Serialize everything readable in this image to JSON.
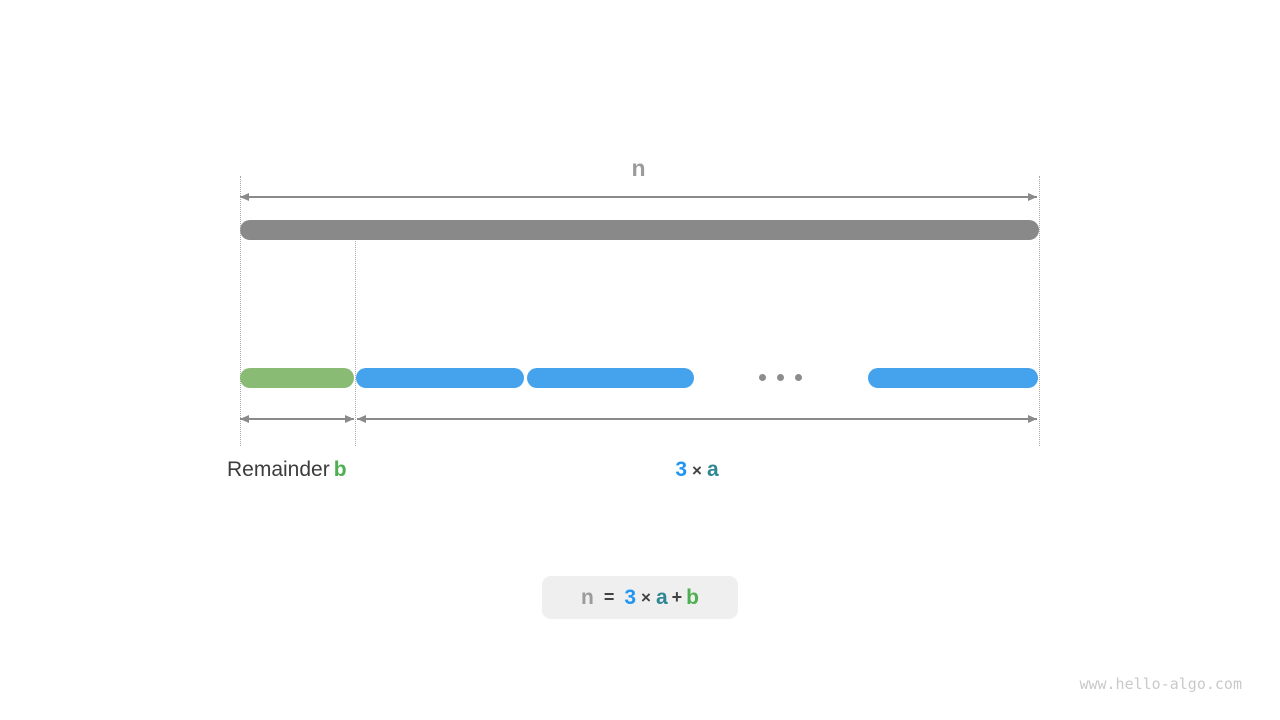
{
  "labels": {
    "total": "n",
    "remainder_prefix": "Remainder",
    "remainder_var": "b",
    "product_coef": "3",
    "product_times": "×",
    "product_var": "a"
  },
  "formula": {
    "lhs": "n",
    "equals": "=",
    "coef": "3",
    "times": "×",
    "var_a": "a",
    "plus": "+",
    "var_b": "b"
  },
  "watermark": "www.hello-algo.com",
  "colors": {
    "total_bar": "#898989",
    "remainder_bar": "#8abb75",
    "segment_bar": "#45a3ee",
    "arrow": "#8a8a8a",
    "guideline": "#a8a8a8",
    "label_muted": "#9b9b9b",
    "label_dark": "#3c3c3c",
    "var_b_green": "#4caf50",
    "coef_blue": "#2196f3",
    "var_a_teal": "#2f8694",
    "formula_bg": "#efefef",
    "watermark_gray": "#c9c9c9"
  }
}
